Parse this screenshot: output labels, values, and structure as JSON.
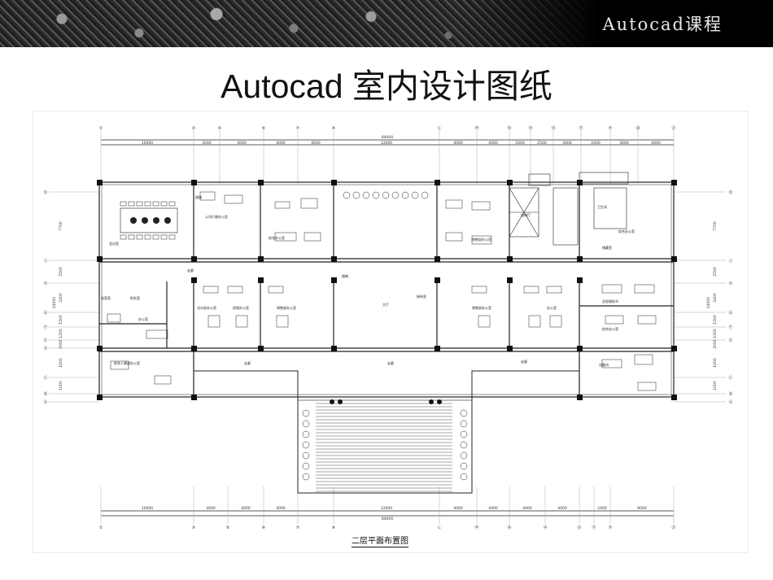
{
  "banner": {
    "title": "Autocad课程"
  },
  "slide": {
    "title": "Autocad 室内设计图纸"
  },
  "plan": {
    "caption": "二层平面布置图",
    "axes_top": [
      "①",
      "③",
      "④",
      "⑥",
      "⑦",
      "⑧",
      "Ⓛ",
      "Ⓜ",
      "Ⓝ",
      "⑭",
      "⑮",
      "⑰",
      "Ⓗ",
      "⑳",
      "㉑"
    ],
    "axes_bottom": [
      "①",
      "③",
      "⑤",
      "⑥",
      "⑦",
      "⑧",
      "Ⓛ",
      "Ⓜ",
      "Ⓝ",
      "⑭",
      "Ⓞ",
      "⑰",
      "Ⓗ",
      "㉑"
    ],
    "axes_left": [
      "Ⓚ",
      "Ⓙ",
      "Ⓗ",
      "Ⓖ",
      "Ⓕ",
      "Ⓔ",
      "Ⓓ",
      "Ⓒ",
      "Ⓑ",
      "Ⓐ"
    ],
    "axes_right": [
      "Ⓚ",
      "Ⓙ",
      "Ⓗ",
      "Ⓖ",
      "Ⓕ",
      "Ⓔ",
      "Ⓒ",
      "Ⓑ",
      "Ⓐ"
    ],
    "dims_top": [
      "10400",
      "3000",
      "3000",
      "4000",
      "4000",
      "12000",
      "4000",
      "4000",
      "2400",
      "2500",
      "3000",
      "2400",
      "3000",
      "4000"
    ],
    "dims_top_total": "84000",
    "dims_bottom": [
      "10400",
      "4000",
      "4000",
      "4000",
      "12000",
      "4000",
      "4000",
      "4000",
      "4000",
      "2400",
      "9000"
    ],
    "dims_bottom_total": "84000",
    "dims_left": [
      "7700",
      "2500",
      "2400",
      "1500",
      "1200",
      "2000",
      "1000",
      "1000"
    ],
    "dims_left_total": "24000",
    "rooms": {
      "meeting": "会议室",
      "supervisor_office": "总经理秘书",
      "company_office": "公司行政办公室",
      "general_office": "综合办公室",
      "lobby": "大厅",
      "stair": "楼梯",
      "corridor": "走廊",
      "elevator": "电梯厅",
      "restroom": "卫生间",
      "archive": "档案室",
      "reception": "接待室",
      "finance": "财务室",
      "hr_office": "综合人事部办公室",
      "office": "办公室",
      "equipment": "设备间",
      "storage": "储藏室",
      "design_office": "设计部办公室",
      "manager_office": "经理办公室",
      "sales_office": "销售部办公室"
    }
  }
}
